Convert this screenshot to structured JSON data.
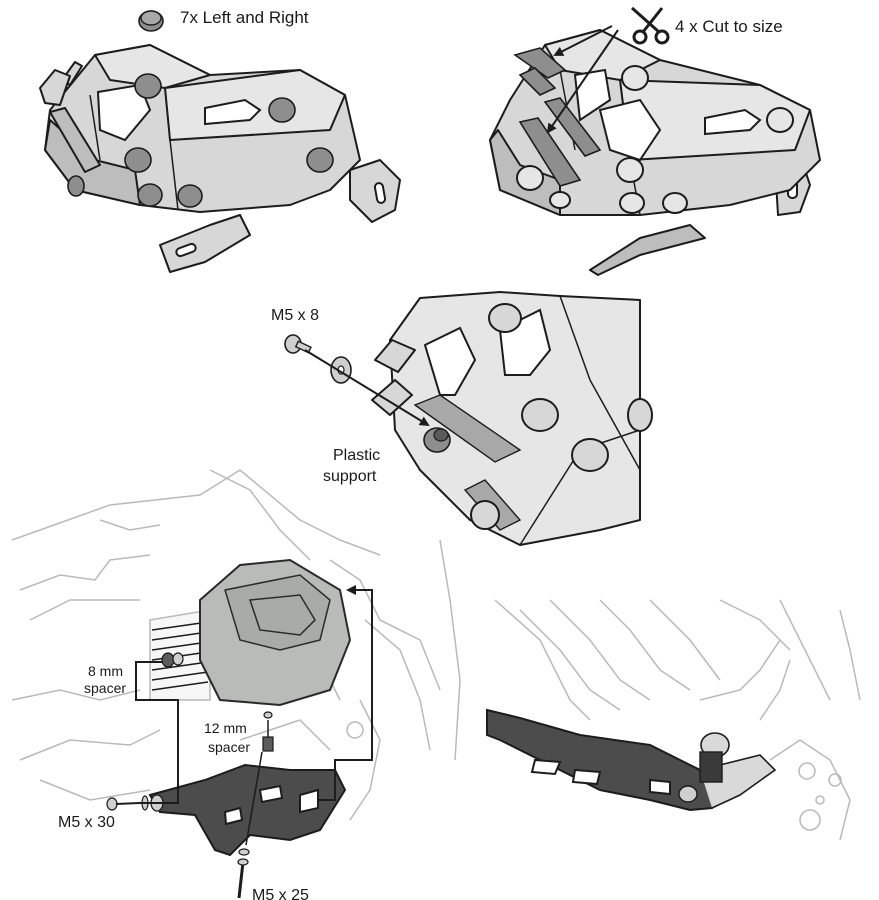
{
  "labels": {
    "pads_legend": "7x Left and Right",
    "cut_note": "4 x Cut to size",
    "bolt_m5x8": "M5 x 8",
    "plastic_support_line1": "Plastic",
    "plastic_support_line2": "support",
    "spacer_8mm_line1": "8 mm",
    "spacer_8mm_line2": "spacer",
    "spacer_12mm_line1": "12 mm",
    "spacer_12mm_line2": "spacer",
    "bolt_m5x30": "M5 x 30",
    "bolt_m5x25": "M5 x 25"
  },
  "icons": {
    "pad": "round-pad-icon",
    "cut": "scissors-icon"
  },
  "colors": {
    "plate": "#d7d7d7",
    "pad": "#8e8e8e",
    "line": "#1c1c1c",
    "background_lines": "#b9b9b9"
  }
}
